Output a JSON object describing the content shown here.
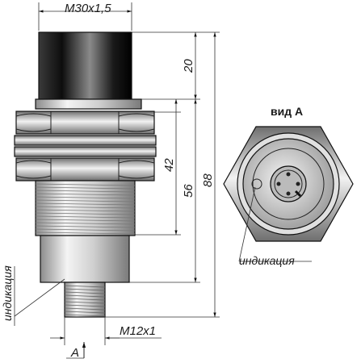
{
  "dimensions": {
    "thread_main": "M30x1,5",
    "thread_connector": "M12x1",
    "cap_length": "20",
    "nut_span": "42",
    "body_length": "56",
    "total_length": "88"
  },
  "labels": {
    "view_title": "вид А",
    "indication_side": "индикация",
    "indication_view": "индикация",
    "view_arrow": "А"
  },
  "colors": {
    "cap": "#111111",
    "metal_light": "#e6e6e6",
    "metal_mid": "#bdbdbd",
    "metal_dark": "#7a7a7a",
    "line": "#111111"
  }
}
